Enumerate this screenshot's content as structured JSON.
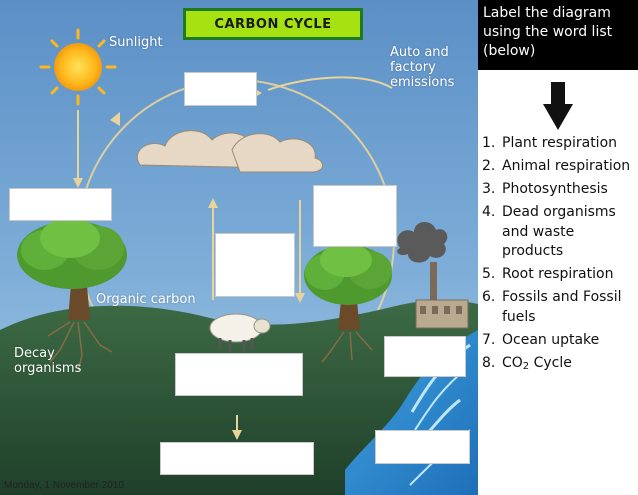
{
  "title": "CARBON CYCLE",
  "labels": {
    "sunlight": "Sunlight",
    "emissions": "Auto and factory emissions",
    "organic_carbon": "Organic carbon",
    "decay": "Decay organisms"
  },
  "instructions": "Label the diagram using the word list (below)",
  "word_list": [
    {
      "num": "1.",
      "text": "Plant respiration"
    },
    {
      "num": "2.",
      "text": "Animal respiration"
    },
    {
      "num": "3.",
      "text": "Photosynthesis"
    },
    {
      "num": "4.",
      "text": "Dead organisms and waste products"
    },
    {
      "num": "5.",
      "text": "Root respiration"
    },
    {
      "num": "6.",
      "text": "Fossils and Fossil fuels"
    },
    {
      "num": "7.",
      "text": "Ocean uptake"
    },
    {
      "num": "8.",
      "text": "CO",
      "sub": "2",
      "suffix": " Cycle"
    }
  ],
  "footer_date": "Monday, 1 November 2010",
  "colors": {
    "sky": "#6e9fd0",
    "ground": "#2f5a3a",
    "title_bg": "#a6e212",
    "title_border": "#1f7a1f"
  }
}
